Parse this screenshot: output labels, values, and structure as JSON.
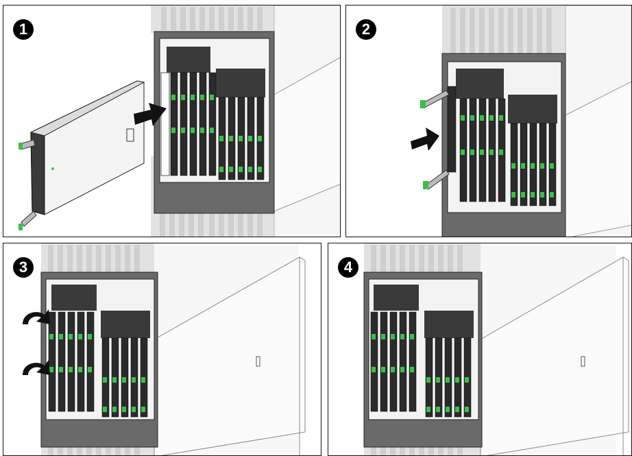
{
  "steps": [
    {
      "number": "1"
    },
    {
      "number": "2"
    },
    {
      "number": "3"
    },
    {
      "number": "4"
    }
  ],
  "colors": {
    "frame": "#111111",
    "chassis_dark": "#4a4a4a",
    "chassis_light": "#e8e8e8",
    "blade_dark": "#2b2b2b",
    "latch_green": "#3cbf4a",
    "arrow": "#111111",
    "faded_rack": "#d4d4d4"
  },
  "icons": [
    "insert-arrow-icon",
    "close-latch-arrow-icon"
  ]
}
